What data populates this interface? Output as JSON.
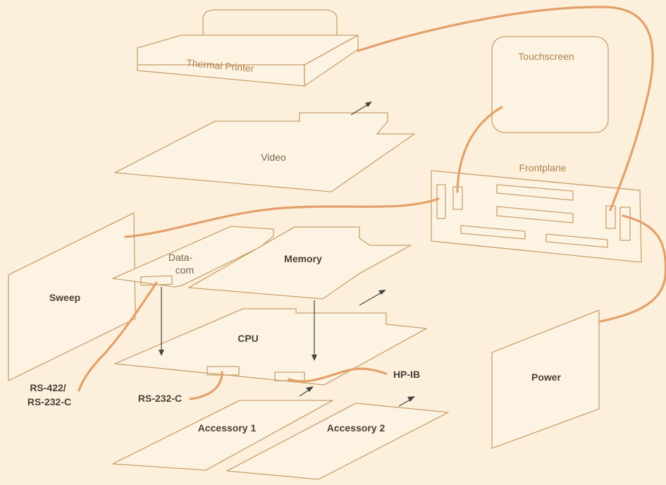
{
  "labels": {
    "thermal_printer": "Thermal Printer",
    "touchscreen": "Touchscreen",
    "video": "Video",
    "frontplane": "Frontplane",
    "sweep": "Sweep",
    "datacom_line1": "Data-",
    "datacom_line2": "com",
    "memory": "Memory",
    "cpu": "CPU",
    "hpib": "HP-IB",
    "power": "Power",
    "rs422_line1": "RS-422/",
    "rs422_line2": "RS-232-C",
    "rs232c": "RS-232-C",
    "accessory1": "Accessory 1",
    "accessory2": "Accessory 2"
  },
  "colors": {
    "background": "#fcf0dc",
    "outline": "#c9a06e",
    "cable": "#e3a06a",
    "arrow": "#444444"
  }
}
